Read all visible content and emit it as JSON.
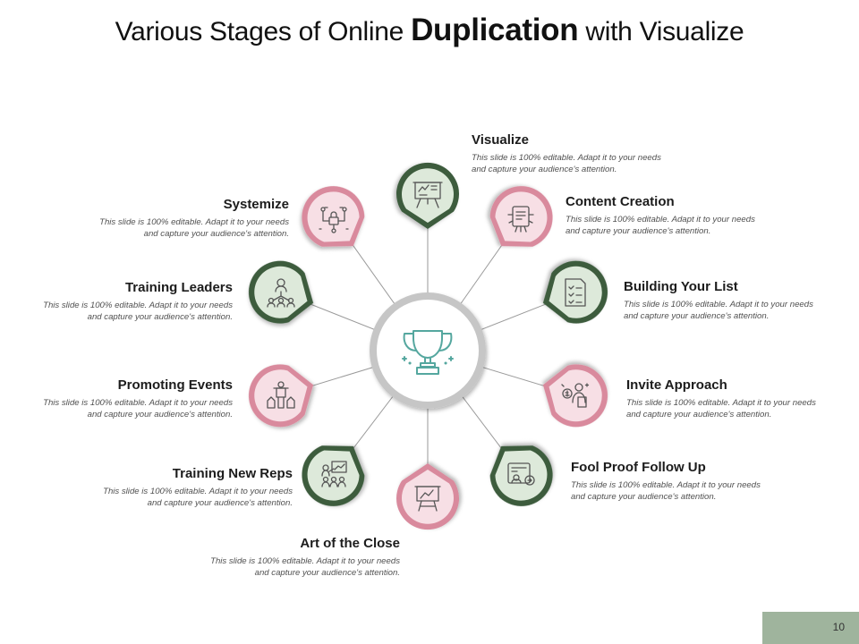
{
  "title": {
    "prefix": "Various Stages of Online ",
    "bold": "Duplication",
    "suffix": " with Visualize"
  },
  "colors": {
    "green_dark": "#3c5c3e",
    "green_light": "#dde9da",
    "pink_dark": "#d98a9d",
    "pink_light": "#f7dfe5",
    "icon": "#555555",
    "center_icon": "#55a79f",
    "ring": "#c6c6c6",
    "footer": "#9fb49d"
  },
  "items": [
    {
      "title": "Visualize",
      "description": "This slide is 100% editable. Adapt it to your needs and capture your audience's attention.",
      "icon": "presentation-board-icon",
      "color": "green"
    },
    {
      "title": "Content Creation",
      "description": "This slide is 100% editable. Adapt it to your needs and capture your audience's attention.",
      "icon": "content-creation-icon",
      "color": "pink"
    },
    {
      "title": "Building Your List",
      "description": "This slide is 100% editable. Adapt it to your needs and capture your audience's attention.",
      "icon": "checklist-icon",
      "color": "green"
    },
    {
      "title": "Invite Approach",
      "description": "This slide is 100% editable. Adapt it to your needs and capture your audience's attention.",
      "icon": "invite-person-icon",
      "color": "pink"
    },
    {
      "title": "Fool Proof Follow Up",
      "description": "This slide is 100% editable. Adapt it to your needs and capture your audience's attention.",
      "icon": "follow-up-icon",
      "color": "green"
    },
    {
      "title": "Art of the Close",
      "description": "This slide is 100% editable. Adapt it to your needs and capture your audience's attention.",
      "icon": "easel-chart-icon",
      "color": "pink"
    },
    {
      "title": "Training New Reps",
      "description": "This slide is 100% editable. Adapt it to your needs and capture your audience's attention.",
      "icon": "training-group-icon",
      "color": "green"
    },
    {
      "title": "Promoting Events",
      "description": "This slide is 100% editable. Adapt it to your needs and capture your audience's attention.",
      "icon": "podium-icon",
      "color": "pink"
    },
    {
      "title": "Training Leaders",
      "description": "This slide is 100% editable. Adapt it to your needs and capture your audience's attention.",
      "icon": "leader-network-icon",
      "color": "green"
    },
    {
      "title": "Systemize",
      "description": "This slide is 100% editable. Adapt it to your needs and capture your audience's attention.",
      "icon": "lock-network-icon",
      "color": "pink"
    }
  ],
  "center_icon": "trophy-icon",
  "page_number": "10"
}
